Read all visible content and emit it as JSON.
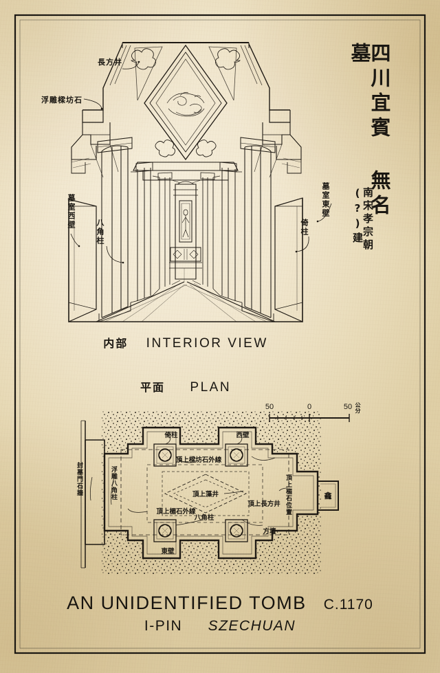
{
  "sheet": {
    "paper_color": "#ece0c2",
    "ink_color": "#1a1712",
    "border": "double-ruled rectangle"
  },
  "title_vertical": {
    "main": "四川宜賓 無名墓",
    "main_chars": [
      "四",
      "川",
      "宜",
      "賓",
      "無",
      "名",
      "墓"
    ],
    "sub": "南宋孝宗朝(?)建",
    "sub_chars": [
      "南",
      "宋",
      "孝",
      "宗",
      "朝",
      "(?)",
      "建"
    ]
  },
  "captions": {
    "interior_cjk": "内部",
    "interior_en": "INTERIOR VIEW",
    "plan_cjk": "平面",
    "plan_en": "PLAN"
  },
  "bottom_title": {
    "line1": "AN UNIDENTIFIED TOMB",
    "date": "C.1170",
    "line2_place": "I-PIN",
    "line2_region": "SZECHUAN"
  },
  "scale_bar": {
    "left": "50",
    "center": "0",
    "right": "50",
    "unit": "公分"
  },
  "interior_labels": [
    {
      "id": "changfangjing",
      "text": "長方井",
      "meaning": "rectangular ceiling well",
      "side": "left"
    },
    {
      "id": "fudiao-liangfangshi",
      "text": "浮雕樑坊石",
      "meaning": "relief-carved beam block stone",
      "side": "left"
    },
    {
      "id": "muxi-xibi",
      "text": "墓室西壁",
      "meaning": "west wall of tomb chamber",
      "side": "left"
    },
    {
      "id": "bajiaozhu-left",
      "text": "八角柱",
      "meaning": "octagonal column",
      "side": "left"
    },
    {
      "id": "muxi-dongbi",
      "text": "墓室東壁",
      "meaning": "east wall of tomb chamber",
      "side": "right"
    },
    {
      "id": "yizhu-right",
      "text": "倚柱",
      "meaning": "engaged column",
      "side": "right"
    }
  ],
  "plan_labels": [
    {
      "id": "yizhu",
      "text": "倚柱"
    },
    {
      "id": "xibi",
      "text": "西壁"
    },
    {
      "id": "dingshang-liangfangshi-waixian",
      "text": "頂上樑坊石外線"
    },
    {
      "id": "fengmumen-shiqiang",
      "text": "封墓門石牆"
    },
    {
      "id": "fudiao-bajiaozhu",
      "text": "浮雕八角柱"
    },
    {
      "id": "dingshang-meishi-waixian",
      "text": "頂上楣石外線"
    },
    {
      "id": "dingshang-zaojing",
      "text": "頂上藻井"
    },
    {
      "id": "dingshang-changfangjing",
      "text": "頂上長方井"
    },
    {
      "id": "dingshang-meishi-weizhi",
      "text": "頂上楣石位置"
    },
    {
      "id": "bajiaozhu",
      "text": "八角柱"
    },
    {
      "id": "fangtan",
      "text": "方壇"
    },
    {
      "id": "dongbi",
      "text": "東壁"
    },
    {
      "id": "kan",
      "text": "龕"
    }
  ],
  "chart_data": {
    "type": "table",
    "title": "AN UNIDENTIFIED TOMB C.1170 — I-PIN SZECHUAN",
    "drawings": [
      {
        "name": "INTERIOR VIEW",
        "cjk": "内部",
        "projection": "one-point perspective section"
      },
      {
        "name": "PLAN",
        "cjk": "平面",
        "projection": "orthographic plan with hatched earth"
      }
    ]
  }
}
